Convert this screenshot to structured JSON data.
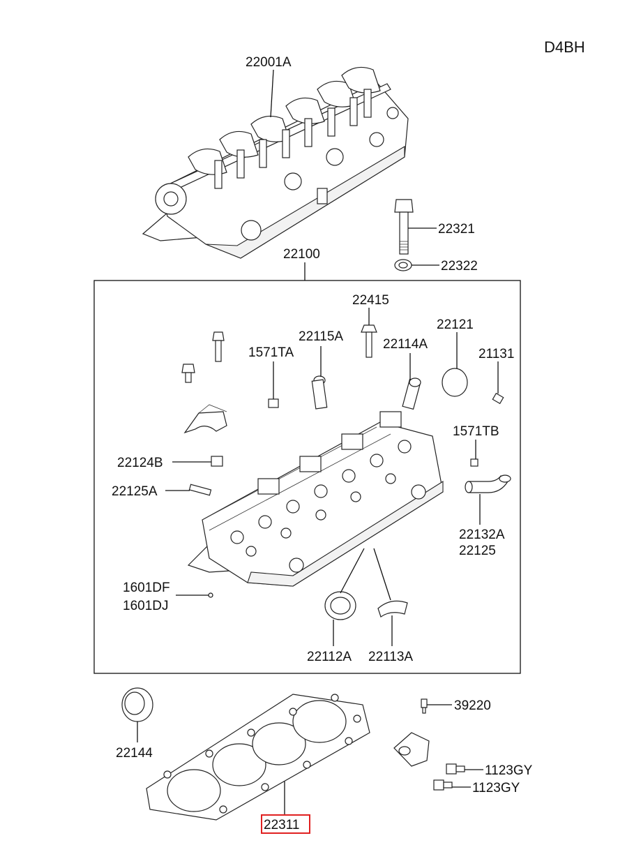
{
  "model": "D4BH",
  "labels": {
    "p22001A": "22001A",
    "p22321": "22321",
    "p22322": "22322",
    "p22100": "22100",
    "p22415": "22415",
    "p22115A": "22115A",
    "p22121": "22121",
    "p1571TA": "1571TA",
    "p22114A": "22114A",
    "p21131": "21131",
    "p1571TB": "1571TB",
    "p22124B": "22124B",
    "p22125A": "22125A",
    "p22132A": "22132A",
    "p22125": "22125",
    "p1601DF": "1601DF",
    "p1601DJ": "1601DJ",
    "p22112A": "22112A",
    "p22113A": "22113A",
    "p39220": "39220",
    "p22144": "22144",
    "p1123GY_a": "1123GY",
    "p1123GY_b": "1123GY",
    "p22311": "22311"
  },
  "highlight": {
    "part": "22311",
    "color": "#e02020"
  }
}
